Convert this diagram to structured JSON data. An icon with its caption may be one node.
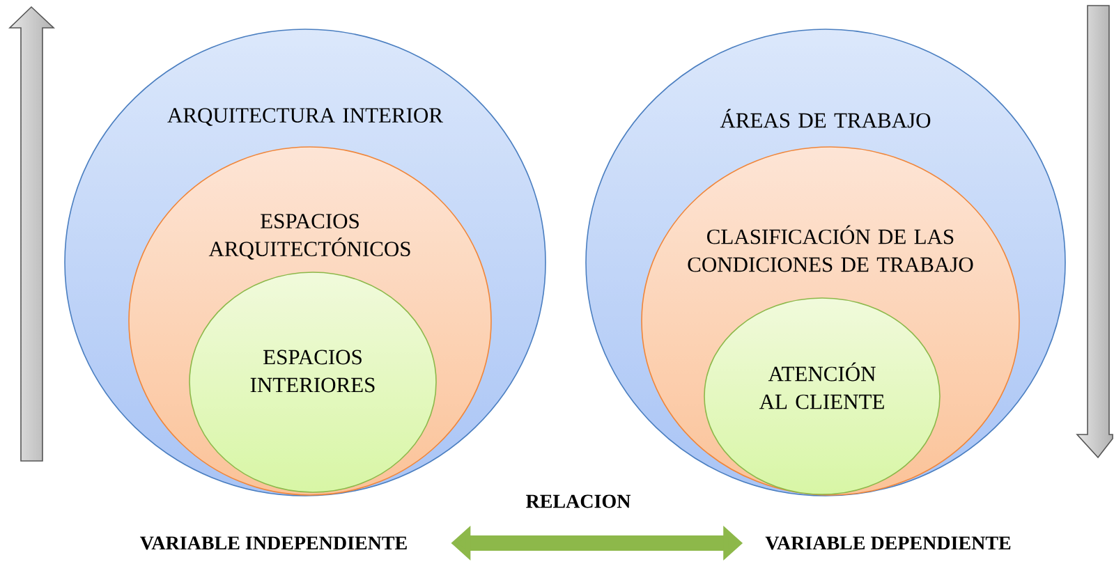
{
  "diagram": {
    "nodes": [
      {
        "text": [
          "ARQUITECTURA INTERIOR"
        ]
      },
      {
        "text": [
          "ESPACIOS ARQUITECTÓNICOS"
        ],
        "in": 0
      },
      {
        "text": [
          "ESPACIOS INTERIORES"
        ],
        "in": 1
      },
      {
        "text": [
          "ÁREAS DE TRABAJO"
        ]
      },
      {
        "text": [
          "CLASIFICACIÓN DE LAS CONDICIONES DE TRABAJO"
        ],
        "in": 3
      },
      {
        "text": [
          "ATENCIÓN AL CLIENTE"
        ],
        "in": 4
      },
      {
        "text": [
          "VARIABLE INDEPENDIENTE"
        ]
      },
      {
        "text": [
          "VARIABLE DEPENDIENTE"
        ]
      }
    ],
    "edges": [
      {
        "from": 6,
        "to": 7,
        "arrow": "both",
        "label": "RELACION"
      }
    ]
  }
}
